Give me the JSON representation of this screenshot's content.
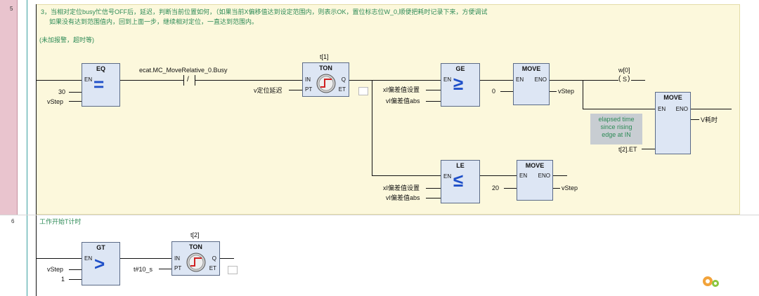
{
  "networks": [
    {
      "number": "5",
      "comment_line1": "3，当相对定位busy忙信号OFF后，延迟，判断当前位置如何，（如果当前X偏移值达到设定范围内，则表示OK，置位标志位W_0,顺便把耗时记录下来，方便调试",
      "comment_line2": "如果没有达到范围值内，回到上面一步，继续相对定位，一直达到范围内。",
      "comment_line3": "(未加报警，超时等)",
      "eq_block": {
        "title": "EQ",
        "en": "EN",
        "in1": "30",
        "in2": "vStep"
      },
      "contact": {
        "var": "ecat.MC_MoveRelative_0.Busy",
        "symbol": "/"
      },
      "ton1": {
        "instance": "t[1]",
        "title": "TON",
        "in": "IN",
        "pt": "PT",
        "q": "Q",
        "et": "ET",
        "pt_var": "v定位延迟"
      },
      "ge_block": {
        "title": "GE",
        "en": "EN",
        "in1": "xI偏差值设置",
        "in2": "vI偏差值abs"
      },
      "move1": {
        "title": "MOVE",
        "en": "EN",
        "eno": "ENO",
        "in": "0",
        "out": "vStep"
      },
      "coil": {
        "var": "w[0]",
        "symbol": "S"
      },
      "move2": {
        "title": "MOVE",
        "en": "EN",
        "eno": "ENO",
        "in": "t[2].ET",
        "out": "V耗时"
      },
      "tooltip": [
        "elapsed time",
        "since rising",
        "edge at IN"
      ],
      "le_block": {
        "title": "LE",
        "en": "EN",
        "in1": "xI偏差值设置",
        "in2": "vI偏差值abs"
      },
      "move3": {
        "title": "MOVE",
        "en": "EN",
        "eno": "ENO",
        "in": "20",
        "out": "vStep"
      }
    },
    {
      "number": "6",
      "comment_line1": "工作开始T计时",
      "gt_block": {
        "title": "GT",
        "en": "EN",
        "in1": "vStep",
        "in2": "1"
      },
      "ton2": {
        "instance": "t[2]",
        "title": "TON",
        "in": "IN",
        "pt": "PT",
        "q": "Q",
        "et": "ET",
        "pt_var": "t#10_s"
      }
    }
  ],
  "symbols": {
    "eq": "=",
    "ge": "≥",
    "le": "≤",
    "gt": ">"
  },
  "colors": {
    "network_bg": "#fcf8dc",
    "gutter": "#e9c4ce",
    "block_fill": "#dde6f4",
    "comment": "#2e8b57",
    "symbol": "#1e4fc8"
  }
}
